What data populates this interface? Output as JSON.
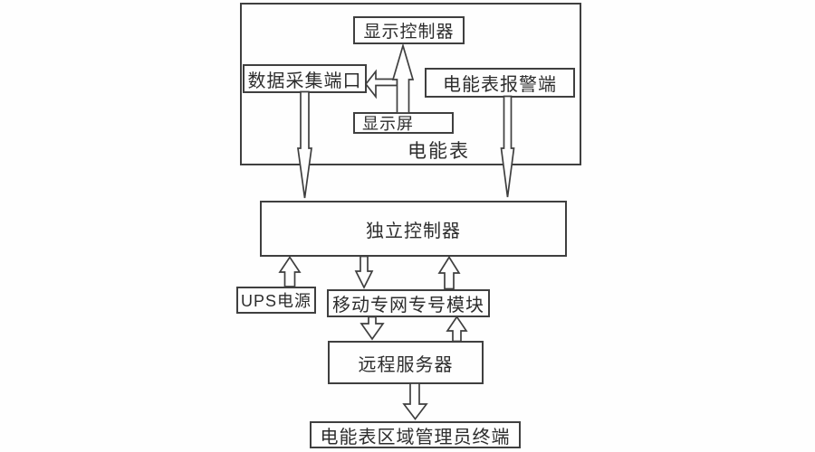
{
  "colors": {
    "line": "#3f3f3f",
    "background": "#fefefe",
    "text": "#2d2d2d"
  },
  "nodes": {
    "meter_group": {
      "label": "电能表"
    },
    "display_controller": {
      "label": "显示控制器"
    },
    "data_collection_port": {
      "label": "数据采集端口"
    },
    "meter_alarm_terminal": {
      "label": "电能表报警端"
    },
    "display_screen": {
      "label": "显示屏"
    },
    "independent_controller": {
      "label": "独立控制器"
    },
    "ups_power": {
      "label": "UPS电源"
    },
    "mobile_network_module": {
      "label": "移动专网专号模块"
    },
    "remote_server": {
      "label": "远程服务器"
    },
    "admin_terminal": {
      "label": "电能表区域管理员终端"
    }
  },
  "edges": [
    {
      "from": "display_screen",
      "to": "display_controller",
      "style": "hollow-arrow",
      "direction": "up"
    },
    {
      "from": "display_screen",
      "to": "data_collection_port",
      "style": "hollow-arrow",
      "direction": "left"
    },
    {
      "from": "data_collection_port",
      "to": "independent_controller",
      "style": "hollow-needle-arrow",
      "direction": "down"
    },
    {
      "from": "meter_alarm_terminal",
      "to": "independent_controller",
      "style": "hollow-needle-arrow",
      "direction": "down"
    },
    {
      "from": "ups_power",
      "to": "independent_controller",
      "style": "hollow-arrow",
      "direction": "up"
    },
    {
      "from": "independent_controller",
      "to": "mobile_network_module",
      "style": "hollow-arrow",
      "direction": "down"
    },
    {
      "from": "mobile_network_module",
      "to": "independent_controller",
      "style": "hollow-arrow",
      "direction": "up"
    },
    {
      "from": "mobile_network_module",
      "to": "remote_server",
      "style": "hollow-arrow",
      "direction": "down"
    },
    {
      "from": "remote_server",
      "to": "mobile_network_module",
      "style": "hollow-arrow",
      "direction": "up"
    },
    {
      "from": "remote_server",
      "to": "admin_terminal",
      "style": "hollow-arrow",
      "direction": "down"
    }
  ]
}
